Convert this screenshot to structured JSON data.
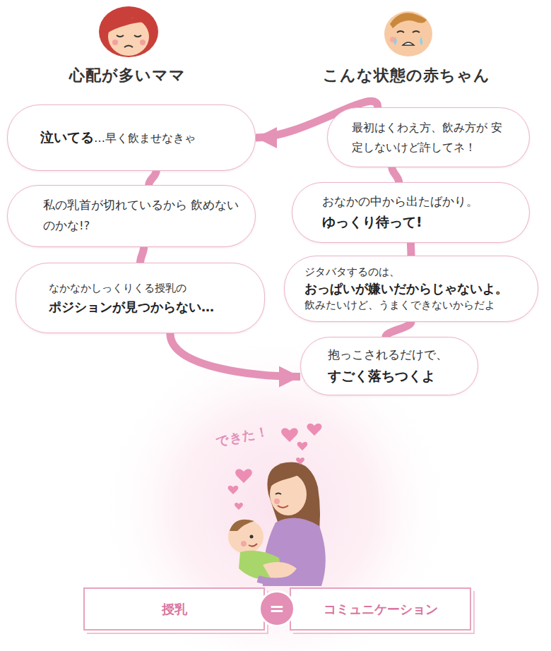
{
  "diagram": {
    "nodes": [
      {
        "text": [
          "泣いてる",
          "…早く飲ませなきゃ"
        ]
      },
      {
        "text": [
          "私の乳首が切れているから 飲めないのかな!?"
        ]
      },
      {
        "text": [
          "なかなかしっくりくる授乳の",
          "ポジションが見つからない…"
        ]
      },
      {
        "text": [
          "最初はくわえ方、飲み方が 安定しないけど許してネ！"
        ]
      },
      {
        "text": [
          "おなかの中から出たばかり。",
          "ゆっくり待って!"
        ]
      },
      {
        "text": [
          "ジタバタするのは、",
          "おっぱいが嫌いだからじゃないよ。",
          "飲みたいけど、うまくできないからだよ"
        ]
      },
      {
        "text": [
          "抱っこされるだけで、",
          "すごく落ちつくよ"
        ]
      },
      {
        "text": [
          "授乳"
        ]
      },
      {
        "text": [
          "="
        ]
      },
      {
        "text": [
          "コミュニケーション"
        ]
      }
    ],
    "edges": [
      {
        "from": 3,
        "to": 0,
        "arrow": "to"
      },
      {
        "from": 0,
        "to": 1,
        "arrow": "none"
      },
      {
        "from": 1,
        "to": 2,
        "arrow": "none"
      },
      {
        "from": 2,
        "to": 6,
        "arrow": "to"
      },
      {
        "from": 6,
        "to": 5,
        "arrow": "none"
      },
      {
        "from": 5,
        "to": 4,
        "arrow": "none"
      },
      {
        "from": 4,
        "to": 3,
        "arrow": "none"
      }
    ],
    "labels": [
      "心配が多いママ",
      "こんな状態の赤ちゃん",
      "できた！"
    ]
  }
}
